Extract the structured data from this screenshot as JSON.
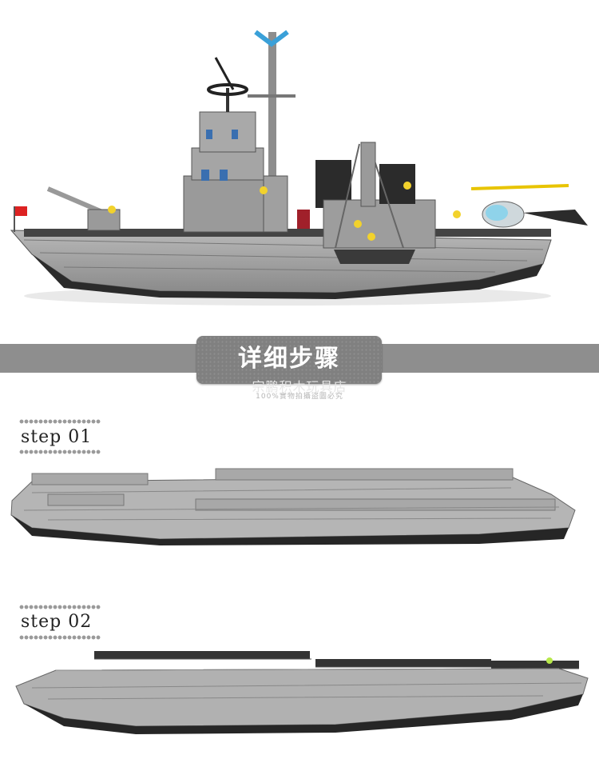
{
  "banner": {
    "title": "详细步骤",
    "watermark": "宗鹏积木玩具店",
    "watermark_sub": "100%實物拍攝盜圖必究"
  },
  "steps": [
    {
      "label": "step 01"
    },
    {
      "label": "step 02"
    }
  ],
  "colors": {
    "banner_gray": "#8e8e8e",
    "brick_gray": "#9c9c9c",
    "hull_dark": "#2a2a2a"
  }
}
